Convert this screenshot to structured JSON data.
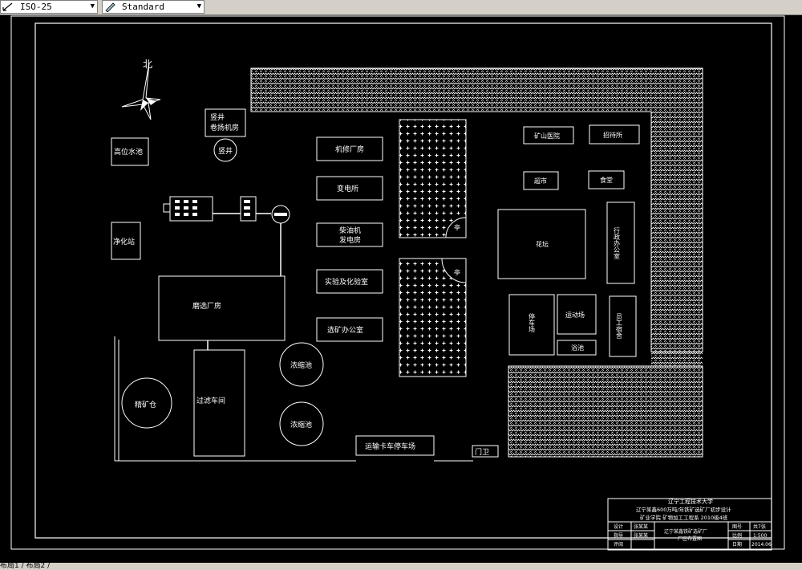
{
  "toolbar": {
    "dimstyle": "ISO-25",
    "textstyle": "Standard"
  },
  "drawing": {
    "north": "北",
    "labels": {
      "shaft_hoist": [
        "竖井",
        "卷扬机房"
      ],
      "shaft": "竖井",
      "high_pool": "高位水池",
      "purify": "净化站",
      "machine_repair": "机修厂房",
      "substation": "变电所",
      "diesel": [
        "柴油机",
        "发电房"
      ],
      "lab": "实验及化验室",
      "dressing_office": "选矿办公室",
      "grinding": "磨选厂房",
      "filter": "过滤车间",
      "concentrate": "精矿仓",
      "thickener1": "浓缩池",
      "thickener2": "浓缩池",
      "truck_parking": "运输卡车停车场",
      "gate": "门卫",
      "hospital": "矿山医院",
      "guesthouse": "招待所",
      "supermarket": "超市",
      "canteen": "食堂",
      "garden": "花坛",
      "admin": "行政办公室",
      "parking": "停车场",
      "sports": "运动场",
      "bath": "浴池",
      "dorm": "员工宿舍",
      "pavilion1": "亭",
      "pavilion2": "亭"
    }
  },
  "titleblock": {
    "school": "辽宁工程技术大学",
    "project": "辽宁某鑫600万吨/年铁矿选矿厂初步设计",
    "class": "矿业学院 矿物加工工程系 2010级4班",
    "rows": [
      [
        "设计",
        "张某某"
      ],
      [
        "指导",
        "张某某"
      ],
      [
        "评阅",
        ""
      ]
    ],
    "drawing_name": [
      "辽宁某鑫铁矿选矿厂",
      "厂区布置图"
    ],
    "meta": [
      [
        "图号",
        "共7张"
      ],
      [
        "比例",
        "1:500"
      ],
      [
        "日期",
        "2014.06"
      ]
    ]
  },
  "statusbar": {
    "tabs": "布局1 / 布局2 /"
  }
}
